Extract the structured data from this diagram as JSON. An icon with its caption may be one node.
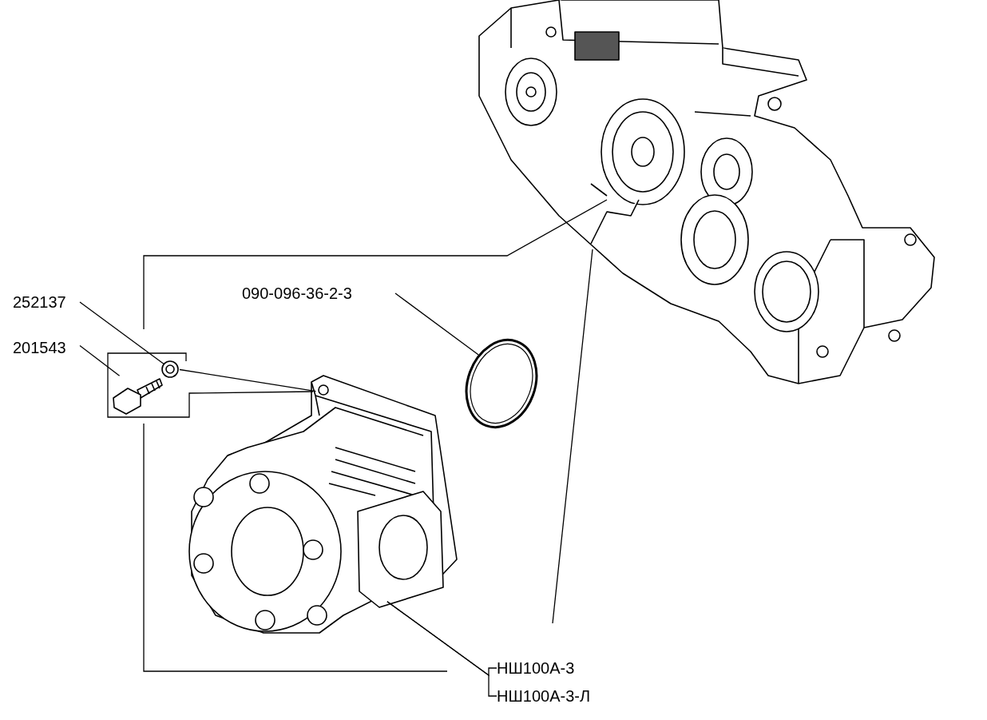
{
  "diagram": {
    "nodes": [
      {
        "text": [],
        "shape": "picture"
      },
      {
        "text": [
          "252137"
        ]
      },
      {
        "text": [
          "201543"
        ]
      },
      {
        "text": [
          "090-096-36-2-3"
        ]
      },
      {
        "text": [],
        "shape": "circle"
      },
      {
        "text": [],
        "shape": "picture"
      },
      {
        "text": [],
        "shape": "picture"
      },
      {
        "text": [],
        "shape": "picture"
      },
      {
        "text": [
          "НШ100А-3"
        ]
      },
      {
        "text": [
          "НШ100А-3-Л"
        ]
      }
    ],
    "edges": [
      {
        "from": 1,
        "to": 5,
        "arrow": "none"
      },
      {
        "from": 2,
        "to": 6,
        "arrow": "none"
      },
      {
        "from": 3,
        "to": 4,
        "arrow": "none"
      },
      {
        "from": 8,
        "to": 7,
        "arrow": "none"
      },
      {
        "from": 9,
        "to": 7,
        "arrow": "none"
      },
      {
        "from": 5,
        "to": 7,
        "arrow": "none"
      }
    ]
  }
}
